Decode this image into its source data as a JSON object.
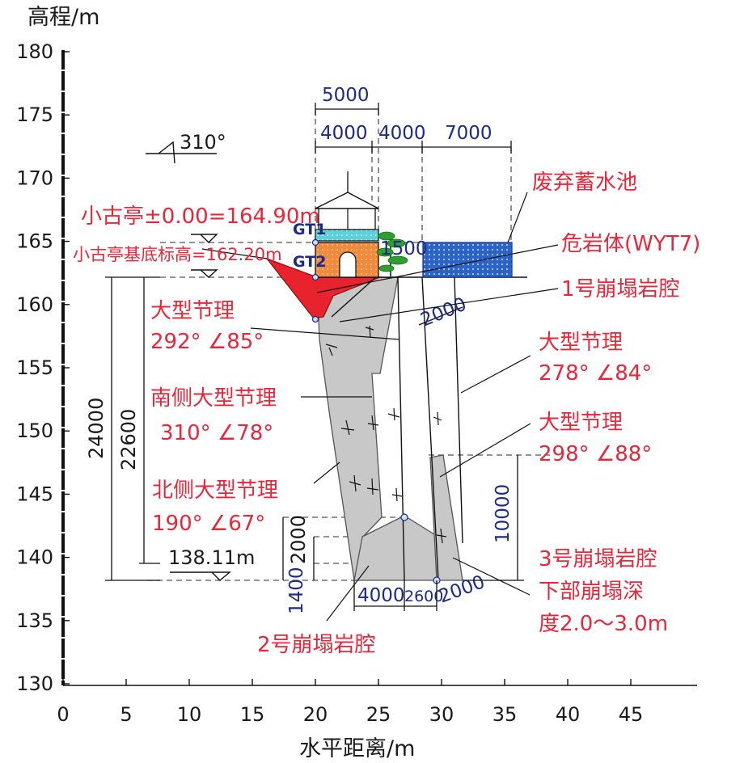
{
  "axes": {
    "ylabel": "高程/m",
    "xlabel": "水平距离/m",
    "yticks": [
      "180",
      "175",
      "170",
      "165",
      "160",
      "155",
      "150",
      "145",
      "140",
      "135",
      "130"
    ],
    "xticks": [
      "0",
      "5",
      "10",
      "15",
      "20",
      "25",
      "30",
      "35",
      "40",
      "45"
    ]
  },
  "labels": {
    "azimuth": "310°",
    "pavilion_level": "小古亭±0.00=164.90m",
    "pavilion_base": "小古亭基底标高=162.20m",
    "bottom_level": "138.11m",
    "gt1": "GT1",
    "gt2": "GT2",
    "pool": "废弃蓄水池",
    "danger_rock": "危岩体(WYT7)",
    "cavity1": "1号崩塌岩腔",
    "joint1_name": "大型节理",
    "joint1_attitude": "292° ∠85°",
    "joint_south_name": "南侧大型节理",
    "joint_south_attitude": "310° ∠78°",
    "joint_north_name": "北侧大型节理",
    "joint_north_attitude": "190° ∠67°",
    "joint2_name": "大型节理",
    "joint2_attitude": "278° ∠84°",
    "joint3_name": "大型节理",
    "joint3_attitude": "298° ∠88°",
    "cavity3_line1": "3号崩塌岩腔",
    "cavity3_line2": "下部崩塌深",
    "cavity3_line3": "度2.0～3.0m",
    "cavity2": "2号崩塌岩腔"
  },
  "dimensions": {
    "d5000": "5000",
    "d4000a": "4000",
    "d4000b": "4000",
    "d7000": "7000",
    "d1500": "1500",
    "d2000_top": "2000",
    "d24000": "24000",
    "d22600": "22600",
    "d2000_left": "2000",
    "d1400": "1400",
    "d10000": "10000",
    "d4000_bottom": "4000",
    "d2600": "2600",
    "d2000_bottom": "2000"
  },
  "colors": {
    "red_text": "#e8263a",
    "dim_text": "#1d2a86",
    "rock_fill": "#c8c8c8",
    "danger_fill": "#e8232d",
    "pool_fill": "#2b64c4",
    "pavilion_fill": "#f08a3c",
    "roof_fill": "#5fd0d8",
    "tree_fill": "#2e9e2e"
  }
}
